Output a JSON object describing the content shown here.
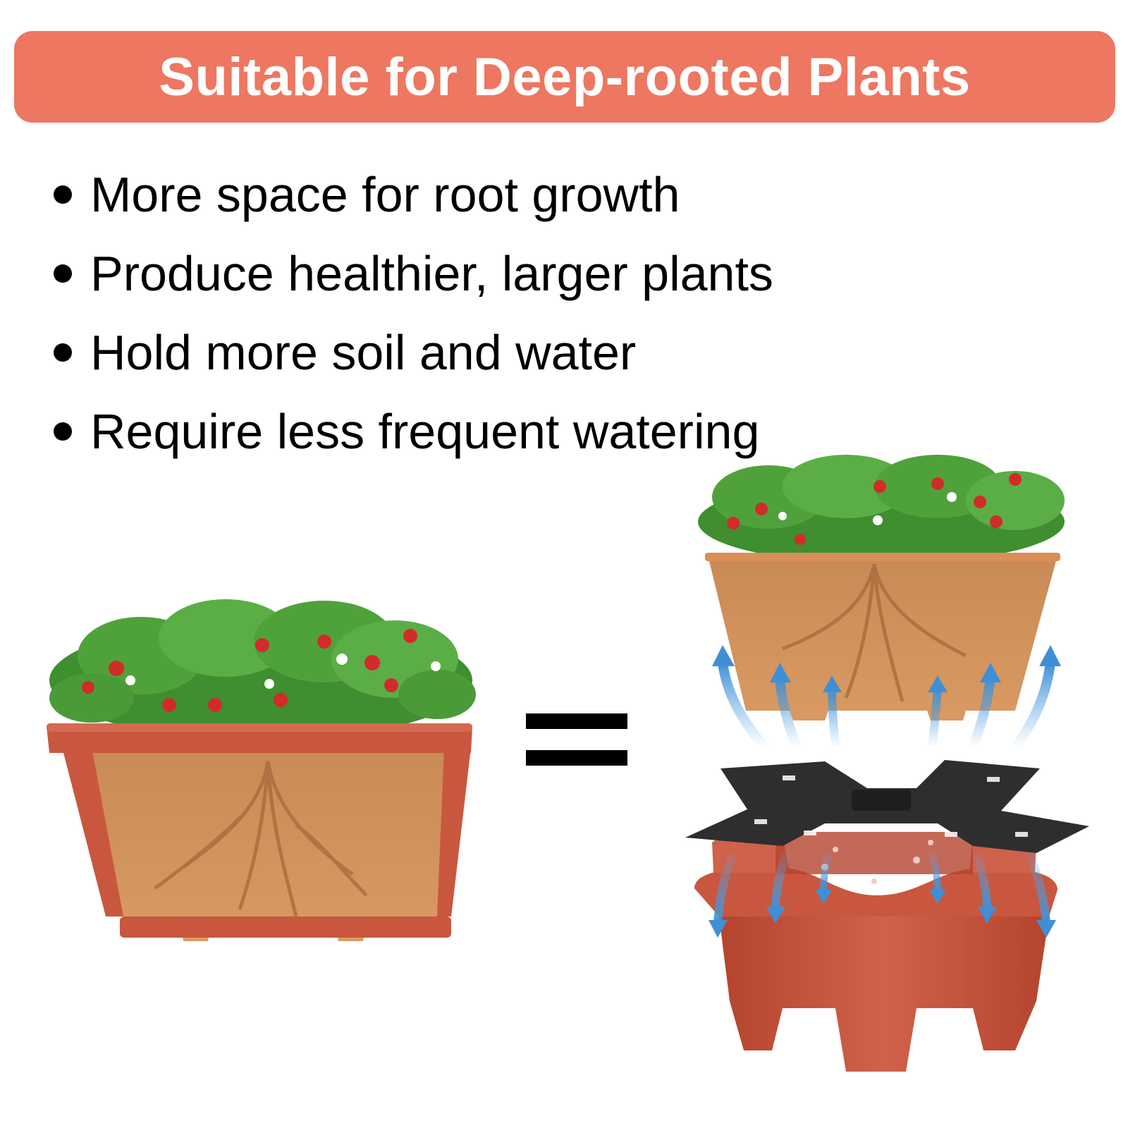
{
  "banner": {
    "title": "Suitable for Deep-rooted Plants",
    "background": "#ED7761"
  },
  "benefits": [
    "More space for root growth",
    "Produce healthier, larger plants",
    "Hold more soil and water",
    "Require less frequent watering"
  ],
  "illustration": {
    "left": "single-pot-with-strawberry-plant-icon",
    "operator": "equals-sign-icon",
    "right": "stacked-pot-with-aeration-grid-icon",
    "colors": {
      "pot": "#C9573F",
      "soil": "#D6884F",
      "leaves": "#3F8E2F",
      "berries": "#D22B2B",
      "grid": "#2E2E2E",
      "arrows": "#5AA9E6"
    }
  }
}
